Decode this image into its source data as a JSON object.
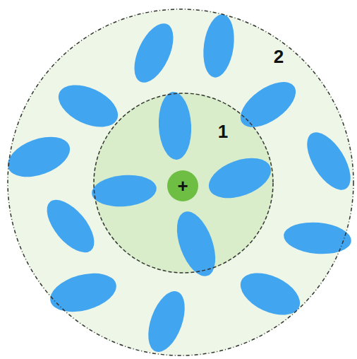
{
  "diagram": {
    "nodes": [
      {
        "text": [
          "2"
        ]
      },
      {
        "text": [
          "1"
        ],
        "in": 0
      },
      {
        "text": [
          "+"
        ],
        "in": 1
      }
    ]
  }
}
